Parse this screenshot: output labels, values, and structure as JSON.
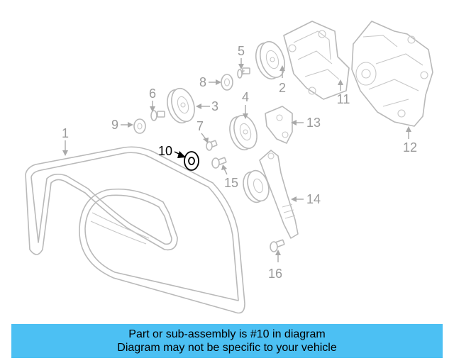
{
  "diagram": {
    "callouts": {
      "c1": "1",
      "c2": "2",
      "c3": "3",
      "c4": "4",
      "c5": "5",
      "c6": "6",
      "c7": "7",
      "c8": "8",
      "c9": "9",
      "c10": "10",
      "c11": "11",
      "c12": "12",
      "c13": "13",
      "c14": "14",
      "c15": "15",
      "c16": "16"
    },
    "highlighted_part": "10",
    "colors": {
      "highlight": "#000000",
      "linework": "#b9b9b9",
      "banner": "#4cc0f3"
    }
  },
  "banner": {
    "line1": "Part or sub-assembly is #10 in diagram",
    "line2": "Diagram may not be specific to your vehicle"
  }
}
